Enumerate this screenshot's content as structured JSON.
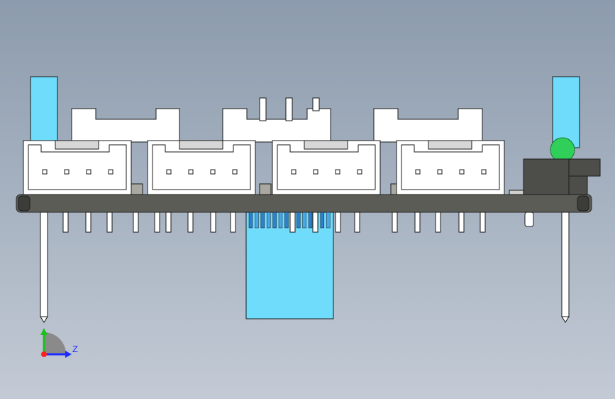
{
  "viewport": {
    "background_top": "#8c9bad",
    "background_bottom": "#c3cad5"
  },
  "model": {
    "view": "front",
    "connector_count": 4,
    "pins_per_connector": 4,
    "colors": {
      "pcb": "#5c5c57",
      "pcb_edge": "#3c3c38",
      "connector_body": "#ffffff",
      "outline": "#1a1a1a",
      "highlight_part": "#6fdcfb",
      "led": "#2fcf5a",
      "switch_body": "#4d4d4a",
      "pins": "#ffffff"
    }
  },
  "triad": {
    "axis_label": "Z",
    "x_color": "#1e2cff",
    "y_color": "#19c219",
    "z_color": "#ff2020"
  }
}
